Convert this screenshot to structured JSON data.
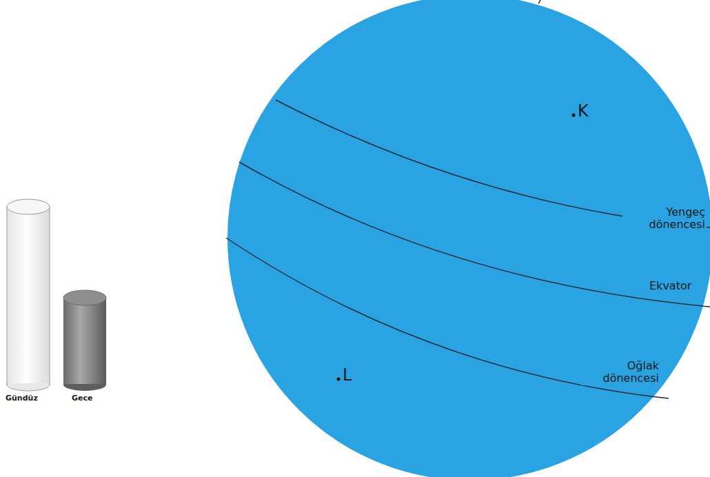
{
  "diagram": {
    "labels": [
      "K",
      "L",
      "Yengeç dönencesi",
      "Ekvator",
      "Oğlak dönencesi",
      "Gündüz",
      "Gece"
    ]
  }
}
